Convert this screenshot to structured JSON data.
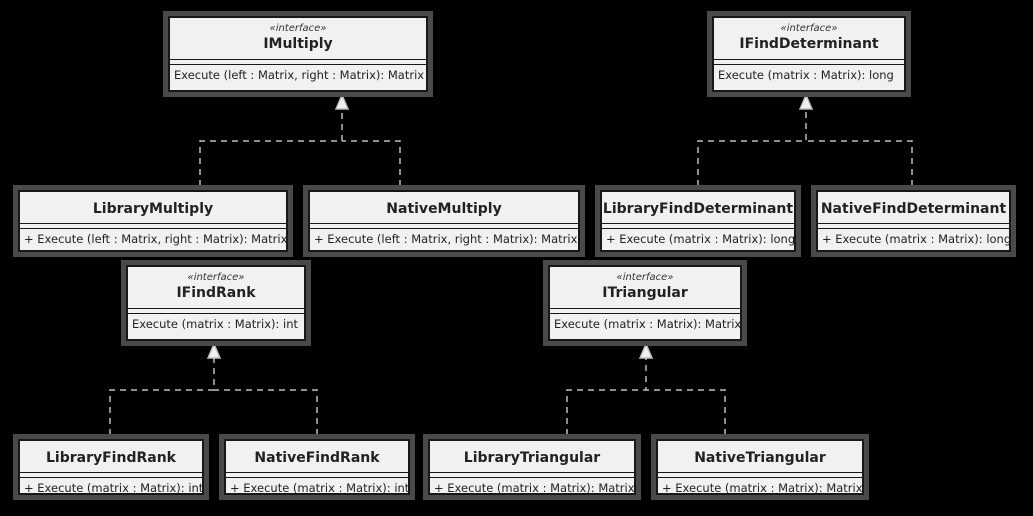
{
  "stereotype": "«interface»",
  "interfaces": {
    "imultiply": {
      "name": "IMultiply",
      "op": "Execute (left : Matrix, right : Matrix): Matrix"
    },
    "ifinddeterminant": {
      "name": "IFindDeterminant",
      "op": "Execute (matrix : Matrix): long"
    },
    "ifindrank": {
      "name": "IFindRank",
      "op": "Execute (matrix : Matrix): int"
    },
    "itriangular": {
      "name": "ITriangular",
      "op": "Execute (matrix : Matrix): Matrix"
    }
  },
  "classes": {
    "librarymultiply": {
      "name": "LibraryMultiply",
      "op": "+ Execute (left : Matrix, right : Matrix): Matrix"
    },
    "nativemultiply": {
      "name": "NativeMultiply",
      "op": "+ Execute (left : Matrix, right : Matrix): Matrix"
    },
    "libraryfinddeterminant": {
      "name": "LibraryFindDeterminant",
      "op": "+ Execute (matrix : Matrix): long"
    },
    "nativefinddeterminant": {
      "name": "NativeFindDeterminant",
      "op": "+ Execute (matrix : Matrix): long"
    },
    "libraryfindrank": {
      "name": "LibraryFindRank",
      "op": "+ Execute (matrix : Matrix): int"
    },
    "nativefindrank": {
      "name": "NativeFindRank",
      "op": "+ Execute (matrix : Matrix): int"
    },
    "librarytriangular": {
      "name": "LibraryTriangular",
      "op": "+ Execute (matrix : Matrix): Matrix"
    },
    "nativetriangular": {
      "name": "NativeTriangular",
      "op": "+ Execute (matrix : Matrix): Matrix"
    }
  },
  "colors": {
    "background": "#000000",
    "box_fill": "#f1f1f1",
    "box_shadow": "#4a4a4a",
    "line": "#bdbdbd"
  }
}
